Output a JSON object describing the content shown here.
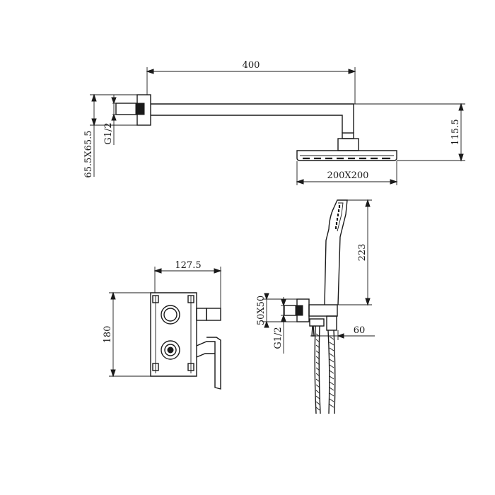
{
  "dimensions": {
    "arm_length": "400",
    "drop_height": "115.5",
    "flange_size_top": "65.5X65.5",
    "thread_top": "G1/2",
    "head_size": "200X200",
    "valve_width": "127.5",
    "valve_height": "180",
    "handshower_height": "223",
    "flange_size_hand": "50X50",
    "thread_hand": "G1/2",
    "hand_offset": "60"
  },
  "line_color": "#1a1a1a",
  "background": "#ffffff"
}
